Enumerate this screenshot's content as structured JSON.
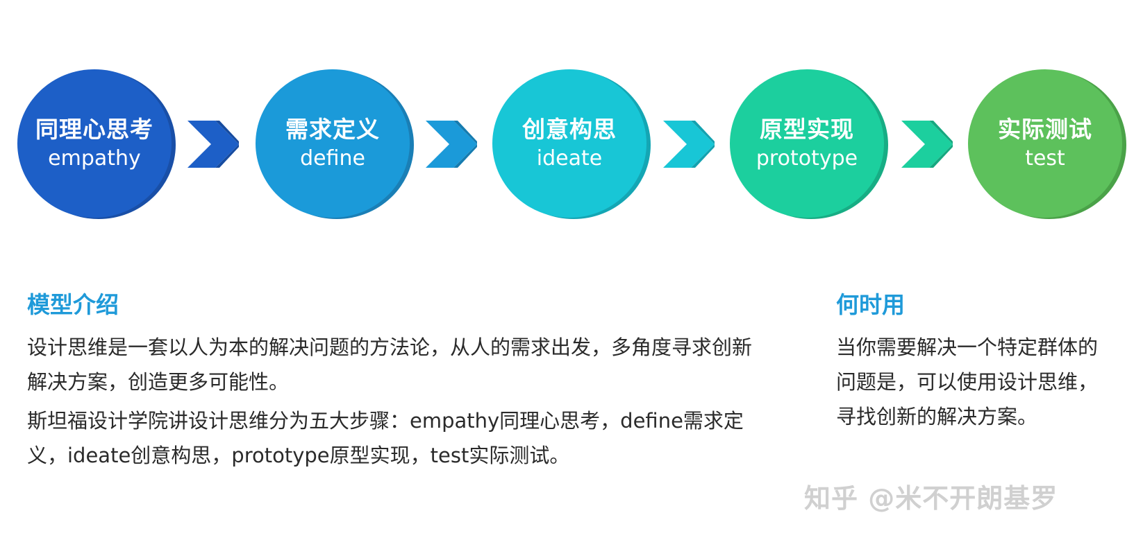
{
  "steps": [
    {
      "cn": "同理心思考",
      "en": "empathy",
      "color": "#1d5fc7"
    },
    {
      "cn": "需求定义",
      "en": "define",
      "color": "#1b9ad9"
    },
    {
      "cn": "创意构思",
      "en": "ideate",
      "color": "#18c6d6"
    },
    {
      "cn": "原型实现",
      "en": "prototype",
      "color": "#1ccf9e"
    },
    {
      "cn": "实际测试",
      "en": "test",
      "color": "#5dc15c"
    }
  ],
  "arrows": [
    {
      "icon": "chevron-right-icon",
      "color": "#1d5fc7"
    },
    {
      "icon": "chevron-right-icon",
      "color": "#1b9ad9"
    },
    {
      "icon": "chevron-right-icon",
      "color": "#18c6d6"
    },
    {
      "icon": "chevron-right-icon",
      "color": "#1ccf9e"
    }
  ],
  "model_intro": {
    "title": "模型介绍",
    "paragraph_1": "设计思维是一套以人为本的解决问题的方法论，从人的需求出发，多角度寻求创新解决方案，创造更多可能性。",
    "paragraph_2": "斯坦福设计学院讲设计思维分为五大步骤：empathy同理心思考，define需求定义，ideate创意构思，prototype原型实现，test实际测试。"
  },
  "when_to_use": {
    "title": "何时用",
    "paragraph": "当你需要解决一个特定群体的问题是，可以使用设计思维，寻找创新的解决方案。"
  },
  "watermark": "知乎 @米不开朗基罗"
}
